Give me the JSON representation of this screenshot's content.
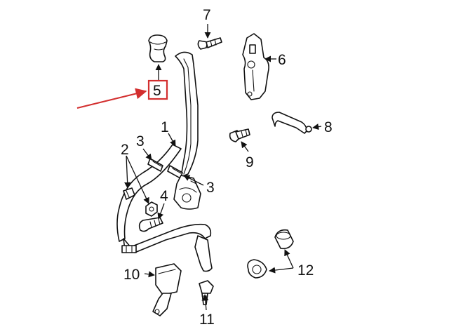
{
  "callouts": [
    {
      "id": "1",
      "label": "1"
    },
    {
      "id": "2",
      "label": "2"
    },
    {
      "id": "3a",
      "label": "3"
    },
    {
      "id": "3b",
      "label": "3"
    },
    {
      "id": "4",
      "label": "4"
    },
    {
      "id": "5",
      "label": "5",
      "highlight": true
    },
    {
      "id": "6",
      "label": "6"
    },
    {
      "id": "7",
      "label": "7"
    },
    {
      "id": "8",
      "label": "8"
    },
    {
      "id": "9",
      "label": "9"
    },
    {
      "id": "10",
      "label": "10"
    },
    {
      "id": "11",
      "label": "11"
    },
    {
      "id": "12",
      "label": "12"
    }
  ],
  "colors": {
    "line": "#111111",
    "highlight": "#d32f2f",
    "background": "#ffffff"
  }
}
